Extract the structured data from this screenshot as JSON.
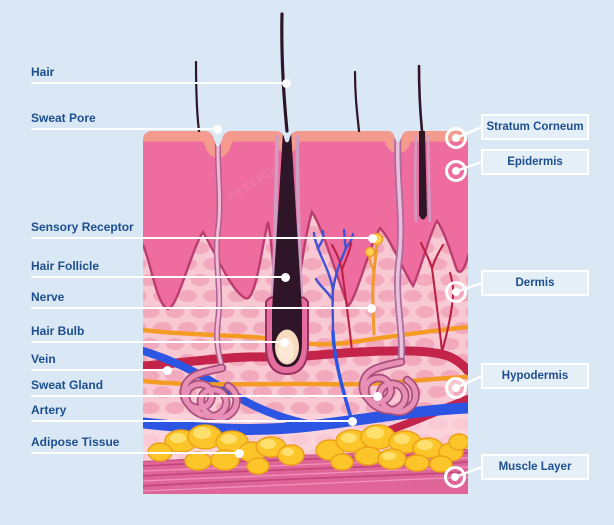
{
  "watermark": {
    "text": "FREEPIK"
  },
  "left_labels": [
    {
      "label": "Hair"
    },
    {
      "label": "Sweat Pore"
    },
    {
      "label": "Sensory Receptor"
    },
    {
      "label": "Hair Follicle"
    },
    {
      "label": "Nerve"
    },
    {
      "label": "Hair Bulb"
    },
    {
      "label": "Vein"
    },
    {
      "label": "Sweat Gland"
    },
    {
      "label": "Artery"
    },
    {
      "label": "Adipose Tissue"
    }
  ],
  "right_labels": [
    {
      "label": "Stratum Corneum"
    },
    {
      "label": "Epidermis"
    },
    {
      "label": "Dermis"
    },
    {
      "label": "Hypodermis"
    },
    {
      "label": "Muscle Layer"
    }
  ],
  "colors": {
    "background": "#d9e8f4",
    "label_text": "#1d4e8f",
    "callout_line": "#ffffff",
    "stratum_corneum": "#f59b8e",
    "epidermis": "#ee6d9e",
    "dermis": "#f9c9d3",
    "dermis_cells": "#f3a9bd",
    "hair": "#2e1528",
    "vein": "#c42449",
    "artery": "#2c55e4",
    "nerve_blue": "#4053d6",
    "nerve_orange": "#f49b26",
    "receptor_yellow": "#ffd34f",
    "sweat_gland": "#e78fb5",
    "adipose": "#fcc62a",
    "muscle": "#df6598",
    "hair_bulb": "#f7dcc0"
  }
}
